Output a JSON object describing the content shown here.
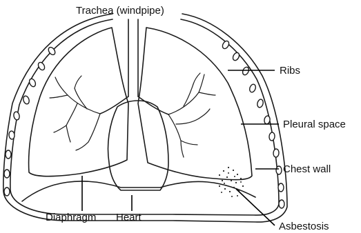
{
  "labels": {
    "trachea": "Trachea (windpipe)",
    "ribs": "Ribs",
    "pleural_space": "Pleural space",
    "chest_wall": "Chest wall",
    "diaphragm": "Diaphragm",
    "heart": "Heart",
    "asbestosis": "Asbestosis"
  },
  "colors": {
    "line": "#1a1a1a",
    "background": "#ffffff"
  }
}
